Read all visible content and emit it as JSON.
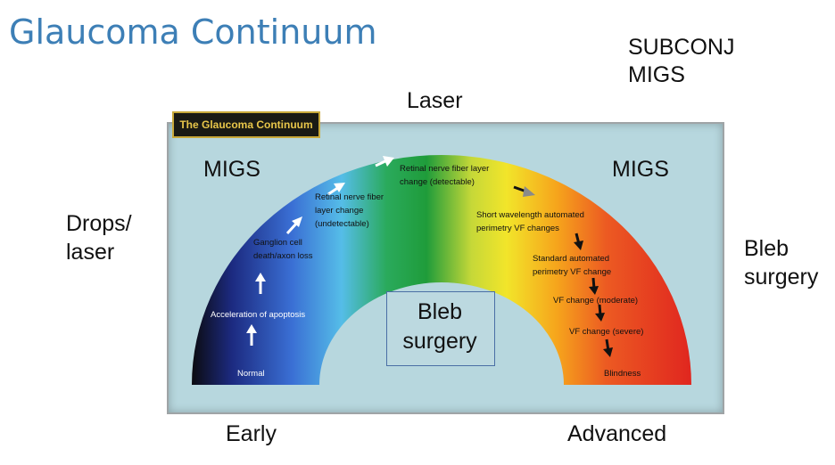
{
  "title": "Glaucoma Continuum",
  "outside_labels": {
    "top_right_line1": "SUBCONJ",
    "top_right_line2": "MIGS",
    "top_center": "Laser",
    "left_line1": "Drops/",
    "left_line2": "laser",
    "right_line1": "Bleb",
    "right_line2": "surgery",
    "bottom_left": "Early",
    "bottom_right": "Advanced"
  },
  "inside_labels": {
    "migs_left": "MIGS",
    "migs_right": "MIGS",
    "center_line1": "Bleb",
    "center_line2": "surgery"
  },
  "diagram": {
    "badge": "The Glaucoma Continuum",
    "stages": {
      "normal": "Normal",
      "apoptosis": "Acceleration of apoptosis",
      "ganglion_1": "Ganglion cell",
      "ganglion_2": "death/axon loss",
      "rnfl_undetect_1": "Retinal nerve fiber",
      "rnfl_undetect_2": "layer change",
      "rnfl_undetect_3": "(undetectable)",
      "rnfl_detect_1": "Retinal nerve fiber layer",
      "rnfl_detect_2": "change (detectable)",
      "swap_1": "Short wavelength automated",
      "swap_2": "perimetry VF changes",
      "sap_1": "Standard automated",
      "sap_2": "perimetry VF change",
      "vf_moderate": "VF change (moderate)",
      "vf_severe": "VF change (severe)",
      "blindness": "Blindness"
    },
    "colors": {
      "frame_bg": "#b7d7de",
      "title_blue": "#3d7fb6",
      "badge_gold": "#e8c64a"
    }
  }
}
